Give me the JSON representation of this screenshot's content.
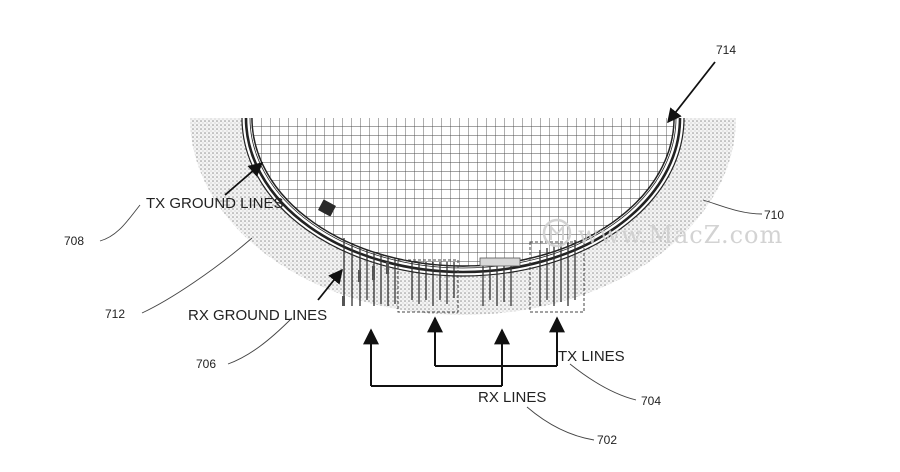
{
  "figure": {
    "refs": {
      "r714": "714",
      "r710": "710",
      "r708": "708",
      "r712": "712",
      "r706": "706",
      "r704": "704",
      "r702": "702"
    },
    "labels": {
      "tx_ground_lines": "TX GROUND LINES",
      "rx_ground_lines": "RX GROUND LINES",
      "tx_lines": "TX LINES",
      "rx_lines": "RX LINES"
    }
  },
  "watermark": {
    "text": "www.MacZ.com"
  }
}
